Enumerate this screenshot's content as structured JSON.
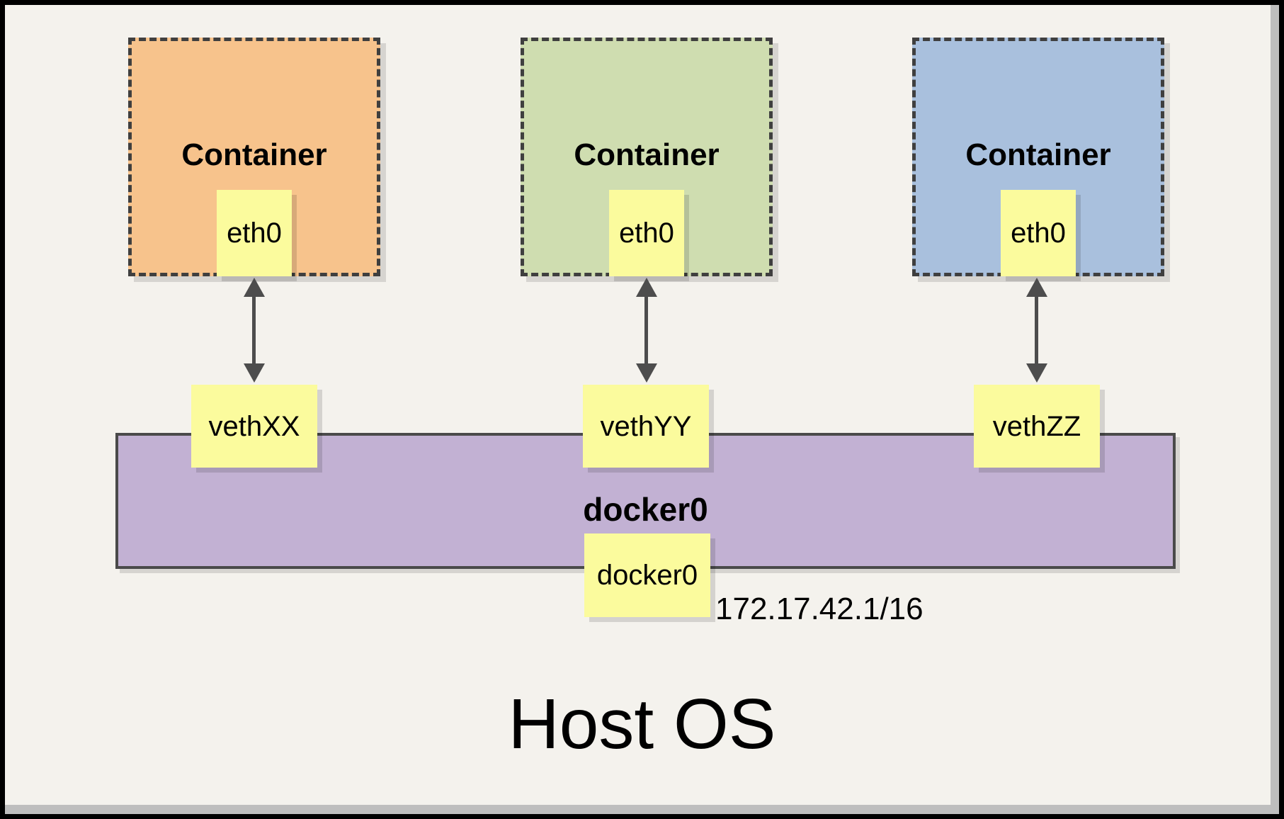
{
  "colors": {
    "background": "#F4F2ED",
    "frame_border": "#000000",
    "frame_shadow": "#BEBEBE",
    "node_fill": "#FBFB9D",
    "container_border": "#3F3F3F",
    "bridge_border": "#4A4A4A",
    "arrow": "#4D4D4D",
    "text": "#000000"
  },
  "containers": [
    {
      "label": "Container",
      "fill": "#F7C38C",
      "interface_label": "eth0",
      "veth_label": "vethXX"
    },
    {
      "label": "Container",
      "fill": "#CFDDB0",
      "interface_label": "eth0",
      "veth_label": "vethYY"
    },
    {
      "label": "Container",
      "fill": "#A9C0DD",
      "interface_label": "eth0",
      "veth_label": "vethZZ"
    }
  ],
  "bridge": {
    "title": "docker0",
    "node_label": "docker0",
    "ip_cidr": "172.17.42.1/16",
    "fill": "#C2B1D3"
  },
  "host": {
    "label": "Host OS"
  }
}
